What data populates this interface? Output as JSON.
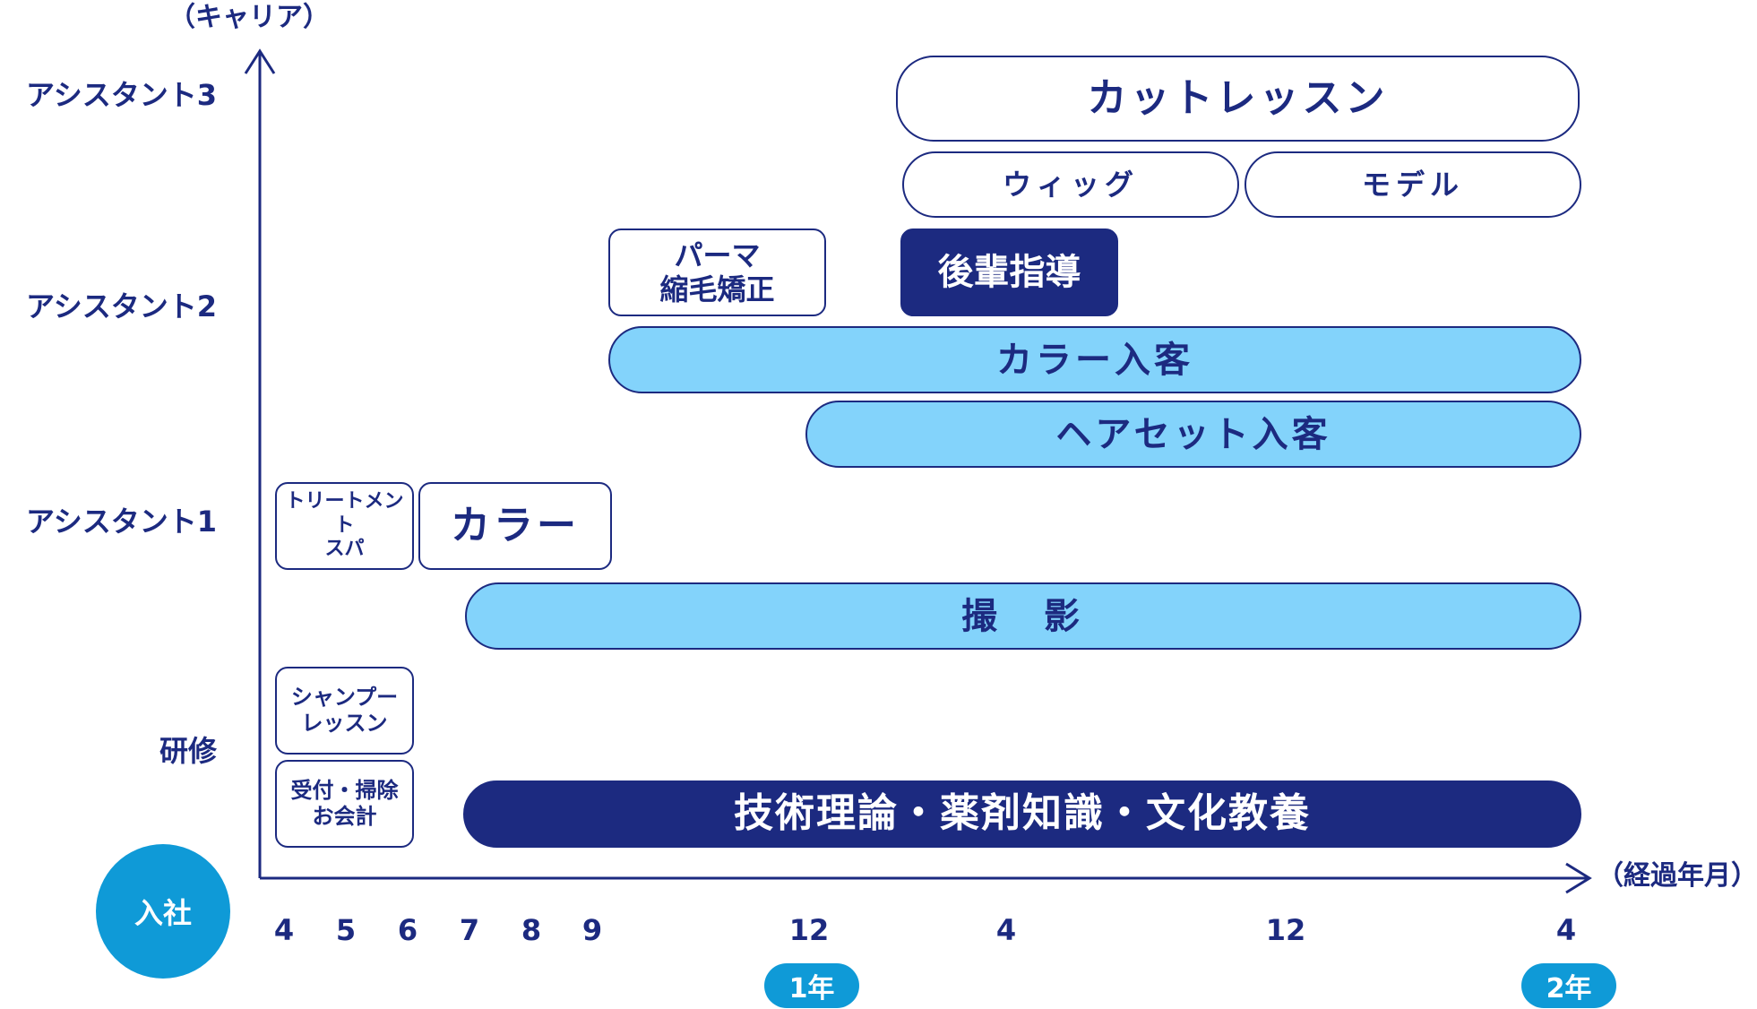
{
  "axes": {
    "y_title": "（キャリア）",
    "x_title": "（経過年月）",
    "y_levels": [
      "アシスタント3",
      "アシスタント2",
      "アシスタント1",
      "研修"
    ],
    "x_ticks": [
      "4",
      "5",
      "6",
      "7",
      "8",
      "9",
      "12",
      "4",
      "12",
      "4"
    ],
    "year_badges": [
      "1年",
      "2年"
    ],
    "start_label": "入社"
  },
  "blocks": {
    "cut_lesson": "カットレッスン",
    "wig": "ウィッグ",
    "model": "モデル",
    "perm": "パーマ\n縮毛矯正",
    "mentoring": "後輩指導",
    "color_customer": "カラー入客",
    "hairset_customer": "ヘアセット入客",
    "treatment_spa": "トリートメント\nスパ",
    "color": "カラー",
    "photo": "撮　影",
    "shampoo_lesson": "シャンプー\nレッスン",
    "reception": "受付・掃除\nお会計",
    "theory": "技術理論・薬剤知識・文化教養"
  },
  "colors": {
    "navy": "#1c2a80",
    "light_blue": "#83d3fb",
    "badge_blue": "#0f9ad7"
  }
}
